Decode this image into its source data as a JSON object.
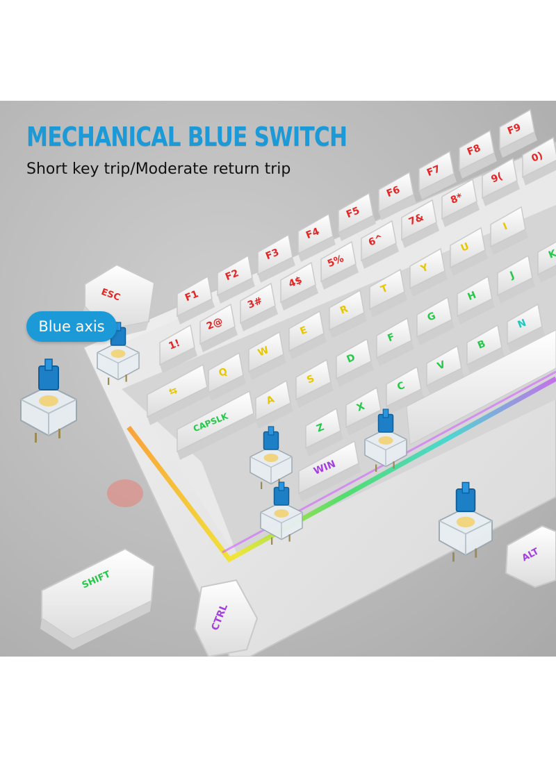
{
  "title": "MECHANICAL BLUE SWITCH",
  "subtitle": "Short key trip/Moderate return trip",
  "badge": "Blue axis",
  "colors": {
    "accent": "#1c9ad8",
    "background": "#bdbdbd",
    "keycap": "#f2f2f2",
    "legend_red": "#e32626",
    "legend_yellow": "#e8c600",
    "legend_green": "#27c84a",
    "legend_cyan": "#1fc7c0",
    "legend_purple": "#a53ee0"
  },
  "keys": {
    "esc": "ESC",
    "f1": "F1",
    "f2": "F2",
    "f3": "F3",
    "f4": "F4",
    "f5": "F5",
    "f6": "F6",
    "f7": "F7",
    "f8": "F8",
    "f9": "F9",
    "n1": "1!",
    "n2": "2@",
    "n3": "3#",
    "n4": "4$",
    "n5": "5%",
    "n6": "6^",
    "n7": "7&",
    "n8": "8*",
    "n9": "9(",
    "n0": "0)",
    "q": "Q",
    "w": "W",
    "e": "E",
    "r": "R",
    "t": "T",
    "y": "Y",
    "u": "U",
    "i": "I",
    "a": "A",
    "s": "S",
    "d": "D",
    "f": "F",
    "g": "G",
    "h": "H",
    "j": "J",
    "k": "K",
    "z": "Z",
    "x": "X",
    "c": "C",
    "v": "V",
    "b": "B",
    "n": "N",
    "tab": "⇆",
    "capslk": "CAPSLK",
    "win": "WIN",
    "shift": "SHIFT",
    "ctrl": "CTRL",
    "alt": "ALT"
  },
  "switch_count": 6
}
